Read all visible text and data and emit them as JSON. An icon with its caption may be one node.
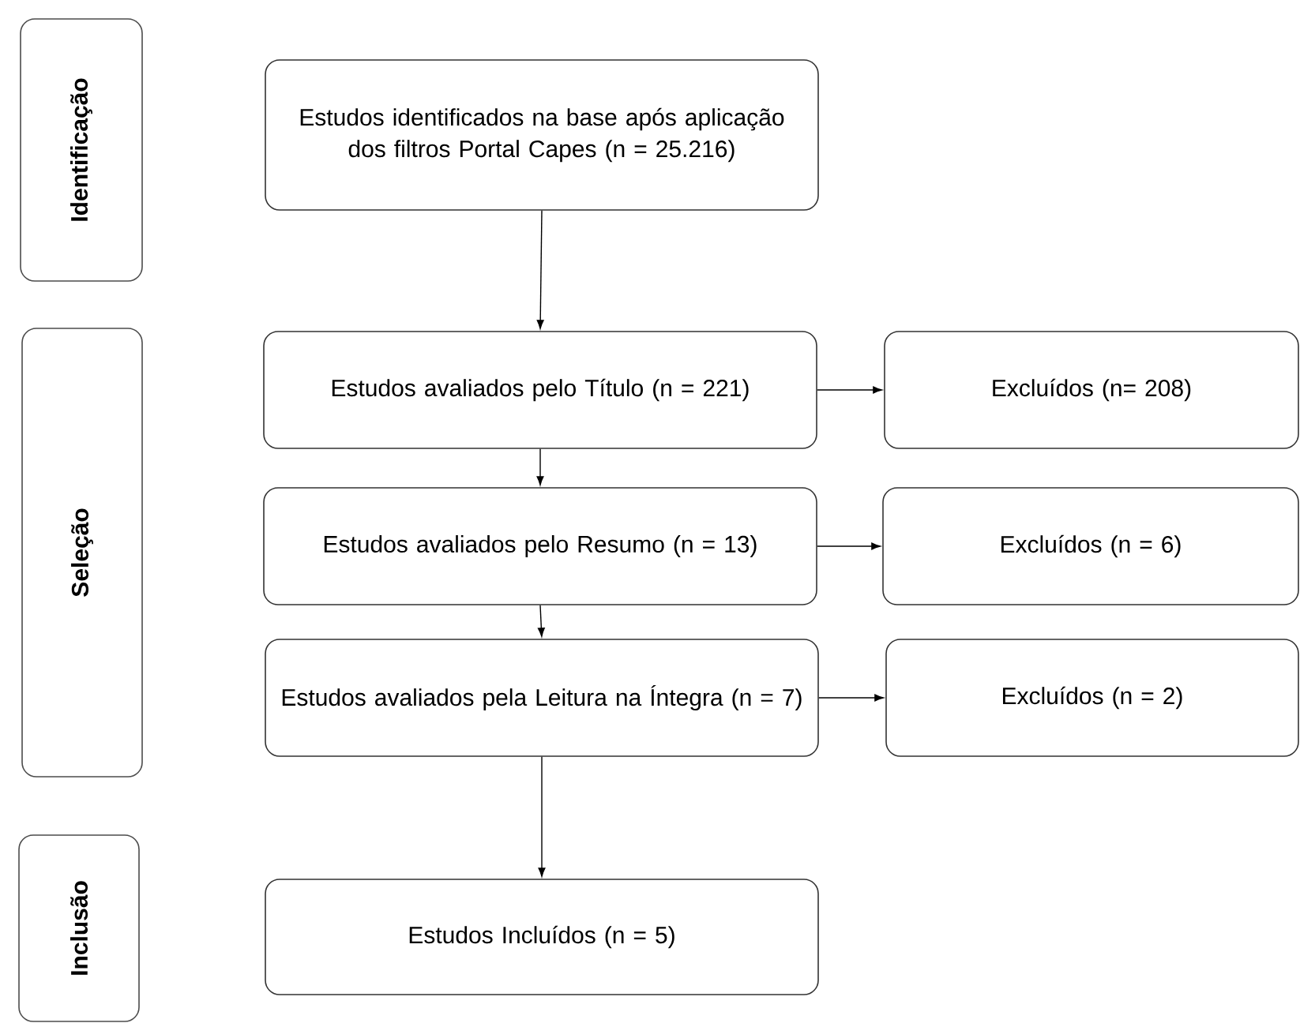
{
  "diagram": {
    "nodes": [
      {
        "text": [
          "Identificação"
        ]
      },
      {
        "text": [
          "Estudos identificados na base após aplicação dos filtros Portal Capes (n = 25.216)"
        ]
      },
      {
        "text": [
          "Seleção"
        ]
      },
      {
        "text": [
          "Estudos avaliados pelo Título (n = 221)"
        ]
      },
      {
        "text": [
          "Excluídos (n=  208)"
        ]
      },
      {
        "text": [
          "Estudos avaliados pelo Resumo (n = 13)"
        ]
      },
      {
        "text": [
          "Excluídos (n = 6)"
        ]
      },
      {
        "text": [
          "Estudos avaliados pela Leitura na Íntegra (n = 7)"
        ]
      },
      {
        "text": [
          "Excluídos (n = 2)"
        ]
      },
      {
        "text": [
          "Inclusão"
        ]
      },
      {
        "text": [
          "Estudos Incluídos (n = 5)"
        ]
      }
    ],
    "edges": [
      {
        "from": 1,
        "to": 3,
        "arrow": "to"
      },
      {
        "from": 3,
        "to": 4,
        "arrow": "to"
      },
      {
        "from": 3,
        "to": 5,
        "arrow": "to"
      },
      {
        "from": 5,
        "to": 6,
        "arrow": "to"
      },
      {
        "from": 5,
        "to": 7,
        "arrow": "to"
      },
      {
        "from": 7,
        "to": 8,
        "arrow": "to"
      },
      {
        "from": 7,
        "to": 10,
        "arrow": "to"
      }
    ]
  }
}
